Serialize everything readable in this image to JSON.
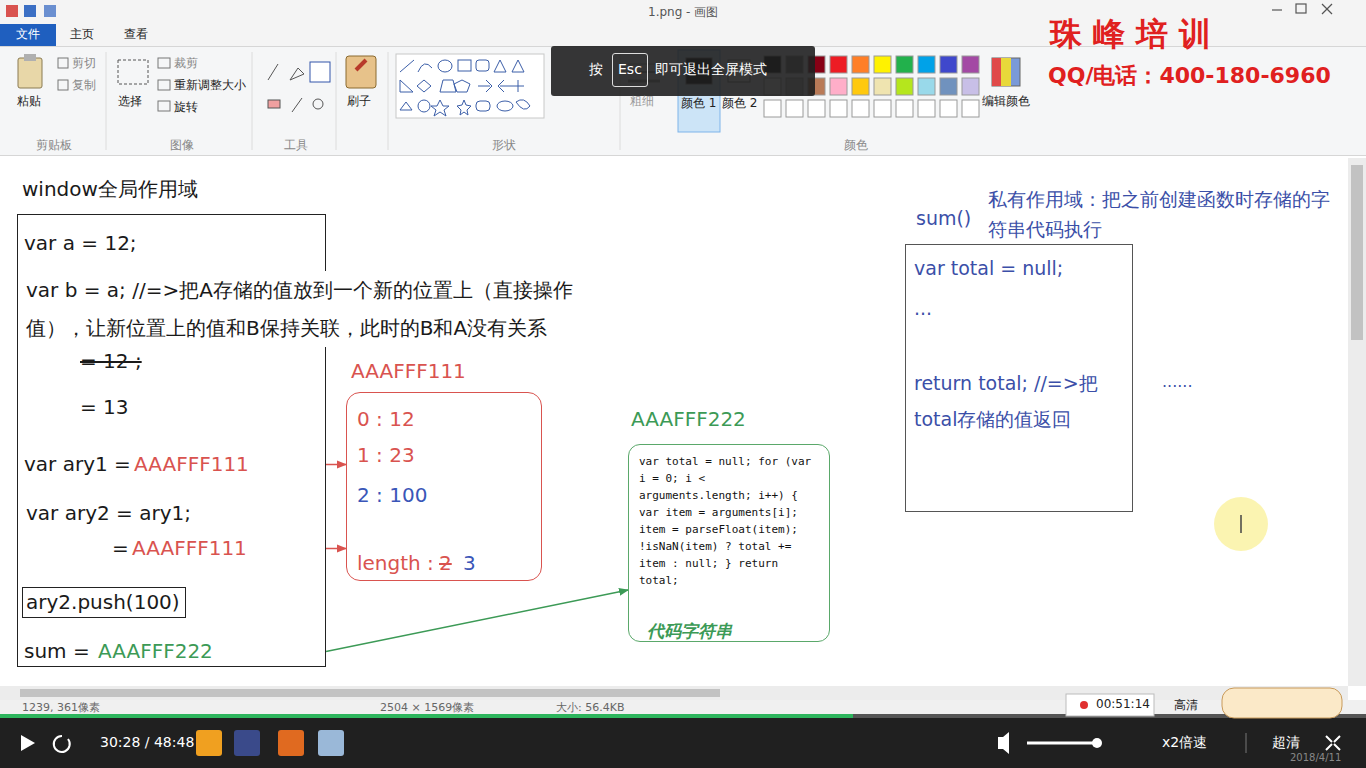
{
  "diagram": {
    "nodes": [
      {
        "text": [
          "window全局作用域",
          "var a  = 12;",
          "var b = a;  //=>把A存储的值放到一个新的位置上（直接操作值），让新位置上的值和B保持关联，此时的B和A没有关系",
          "= 12 ;",
          "= 13",
          "var ary1 =",
          "AAAFFF111",
          "var ary2 = ary1;",
          "=",
          "AAAFFF111",
          "sum =",
          "AAAFFF222"
        ]
      },
      {
        "text": [
          "ary2.push(100)"
        ],
        "in": 0
      },
      {
        "text": [
          "AAAFFF111",
          "0 : 12",
          "1 : 23",
          "2 : 100",
          "length :",
          "2",
          "3"
        ]
      },
      {
        "text": [
          "AAAFFF222",
          "var total = null; for (var i = 0; i < arguments.length; i++) { var item = arguments[i]; item = parseFloat(item); !isNaN(item) ? total += item : null; } return total;",
          "代码字符串"
        ]
      },
      {
        "text": [
          "sum()",
          "var total = null;",
          "...",
          "return total; //=>把total存储的值返回"
        ]
      }
    ],
    "edges": [
      {
        "from": 0,
        "to": 2,
        "arrow": "to"
      },
      {
        "from": 0,
        "to": 2,
        "arrow": "to"
      },
      {
        "from": 0,
        "to": 3,
        "arrow": "to"
      }
    ],
    "labels": [
      "1.png - 画图",
      "文件",
      "主页",
      "查看",
      "粘贴",
      "剪切",
      "复制",
      "选择",
      "裁剪",
      "重新调整大小",
      "旋转",
      "刷子",
      "粗细",
      "颜色 1",
      "颜色 2",
      "编辑颜色",
      "剪贴板",
      "图像",
      "工具",
      "形状",
      "颜色",
      "按",
      "Esc",
      "即可退出全屏模式",
      "珠 峰 培 训",
      "QQ/电话：400-180-6960",
      "私有作用域：把之前创建函数时存储的字符串代码执行",
      "......",
      "00:51:14",
      "高清",
      "30:28 / 48:48",
      "x2倍速",
      "超清",
      "2018/4/11",
      "1239, 361像素",
      "2504 × 1569像素",
      "大小: 56.4KB"
    ]
  }
}
